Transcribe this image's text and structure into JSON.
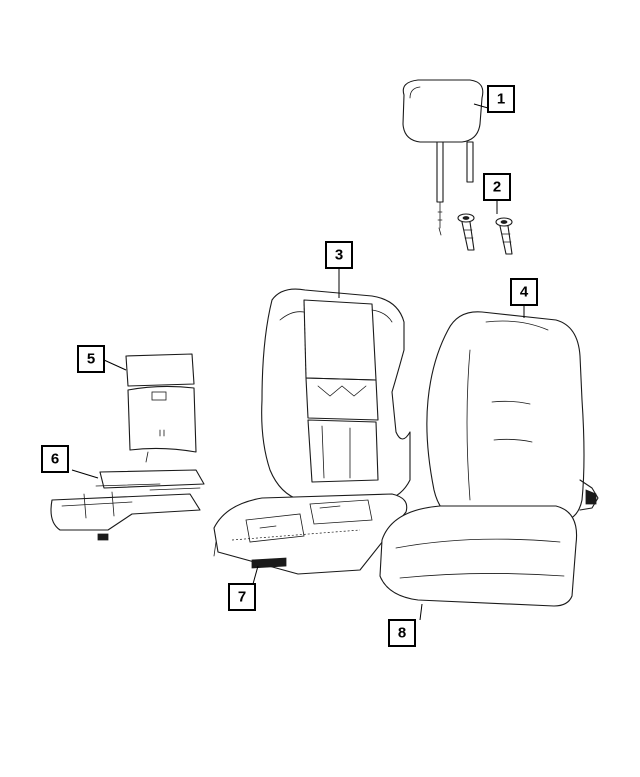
{
  "diagram": {
    "callouts": [
      {
        "id": "callout-1",
        "label": "1"
      },
      {
        "id": "callout-2",
        "label": "2"
      },
      {
        "id": "callout-3",
        "label": "3"
      },
      {
        "id": "callout-4",
        "label": "4"
      },
      {
        "id": "callout-5",
        "label": "5"
      },
      {
        "id": "callout-6",
        "label": "6"
      },
      {
        "id": "callout-7",
        "label": "7"
      },
      {
        "id": "callout-8",
        "label": "8"
      }
    ]
  }
}
